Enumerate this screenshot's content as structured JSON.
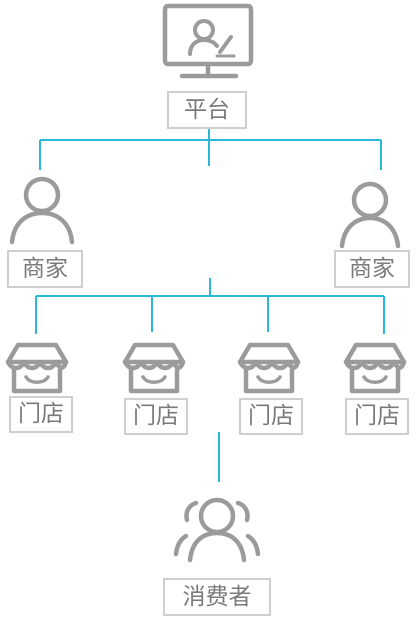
{
  "platform": {
    "label": "平台",
    "icon": "computer-user-icon"
  },
  "merchants": [
    {
      "label": "商家",
      "icon": "person-icon"
    },
    {
      "label": "商家",
      "icon": "person-icon"
    }
  ],
  "stores": [
    {
      "label": "门店",
      "icon": "store-icon"
    },
    {
      "label": "门店",
      "icon": "store-icon"
    },
    {
      "label": "门店",
      "icon": "store-icon"
    },
    {
      "label": "门店",
      "icon": "store-icon"
    }
  ],
  "consumers": {
    "label": "消费者",
    "icon": "group-users-icon"
  },
  "colors": {
    "connector": "#29b9d6",
    "icon": "#9b9b9b",
    "label_border": "#cfcfcf",
    "label_text": "#7a7a7a"
  }
}
